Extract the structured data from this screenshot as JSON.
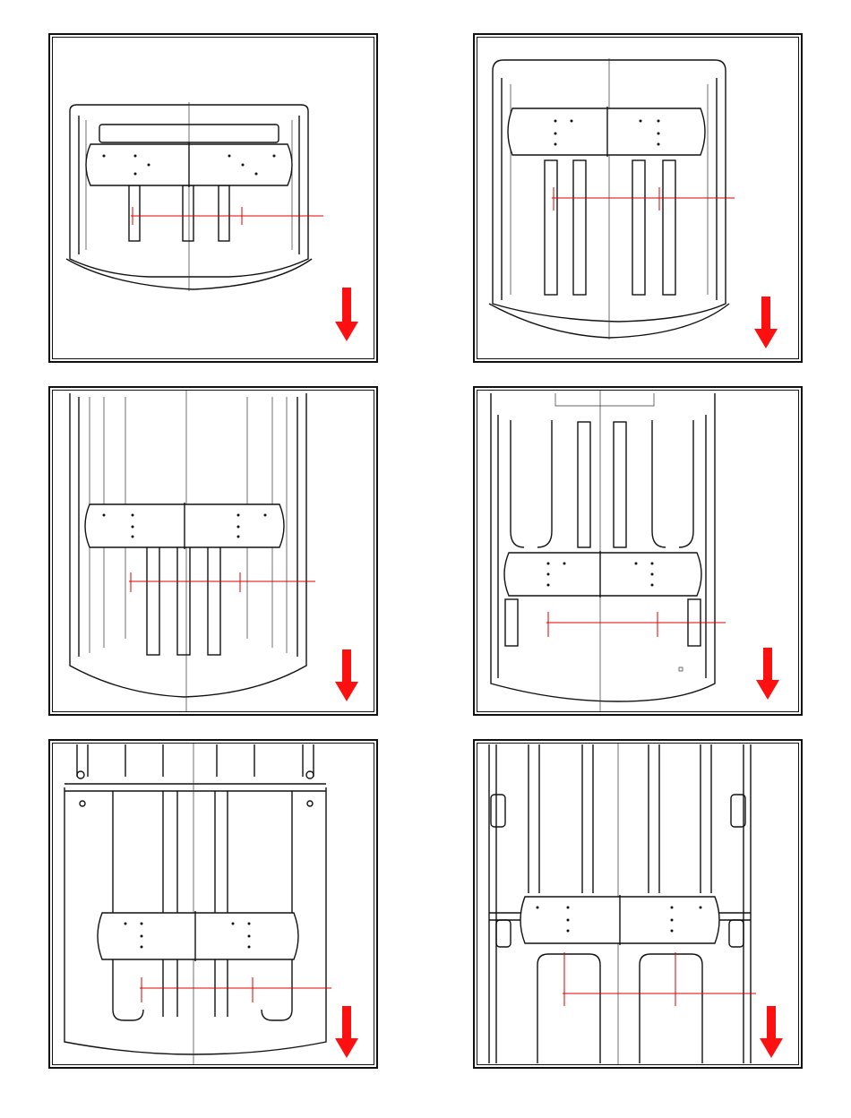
{
  "colors": {
    "line": "#111111",
    "reference": "#e00000",
    "arrow": "#ff1010"
  },
  "panels": [
    {
      "id": "p1",
      "view": "seat-front-view",
      "arrow": "down-arrow-icon"
    },
    {
      "id": "p2",
      "view": "seat-front-view",
      "arrow": "down-arrow-icon"
    },
    {
      "id": "p3",
      "view": "seat-mid-view",
      "arrow": "down-arrow-icon"
    },
    {
      "id": "p4",
      "view": "seat-mid-view",
      "arrow": "down-arrow-icon"
    },
    {
      "id": "p5",
      "view": "seat-rear-view",
      "arrow": "down-arrow-icon"
    },
    {
      "id": "p6",
      "view": "seat-rear-view",
      "arrow": "down-arrow-icon"
    }
  ]
}
